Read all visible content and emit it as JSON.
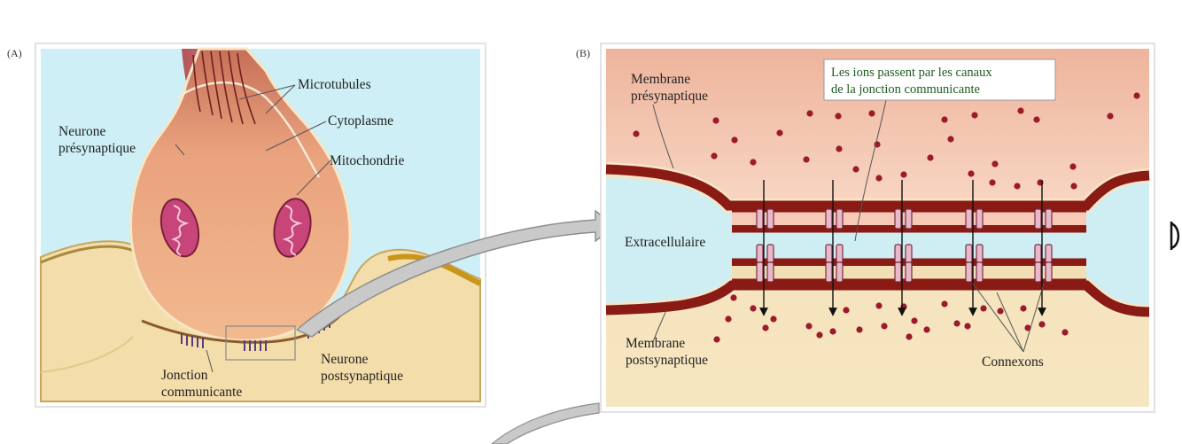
{
  "panel_a": {
    "tag": "(A)",
    "labels": {
      "microtubules": "Microtubules",
      "neurone_pre_1": "Neurone",
      "neurone_pre_2": "présynaptique",
      "cytoplasme": "Cytoplasme",
      "mitochondrie": "Mitochondrie",
      "jonction_1": "Jonction",
      "jonction_2": "communicante",
      "neurone_post_1": "Neurone",
      "neurone_post_2": "postsynaptique"
    }
  },
  "panel_b": {
    "tag": "(B)",
    "labels": {
      "membrane_pre_1": "Membrane",
      "membrane_pre_2": "présynaptique",
      "caption_1": "Les ions passent par les canaux",
      "caption_2": "de la jonction communicante",
      "extracellulaire": "Extracellulaire",
      "membrane_post_1": "Membrane",
      "membrane_post_2": "postsynaptique",
      "connexons": "Connexons"
    }
  },
  "colors": {
    "presynaptic_fill": "#e9a27d",
    "postsynaptic_fill": "#f3ddaa",
    "extracellular_fill": "#cfeef3",
    "membrane_dark": "#8a1a14",
    "ion_dot": "#9b1b2c",
    "mitochondria": "#c8457a",
    "connexon_pink": "#e8b9c8",
    "caption_green": "#1f5a1f"
  }
}
